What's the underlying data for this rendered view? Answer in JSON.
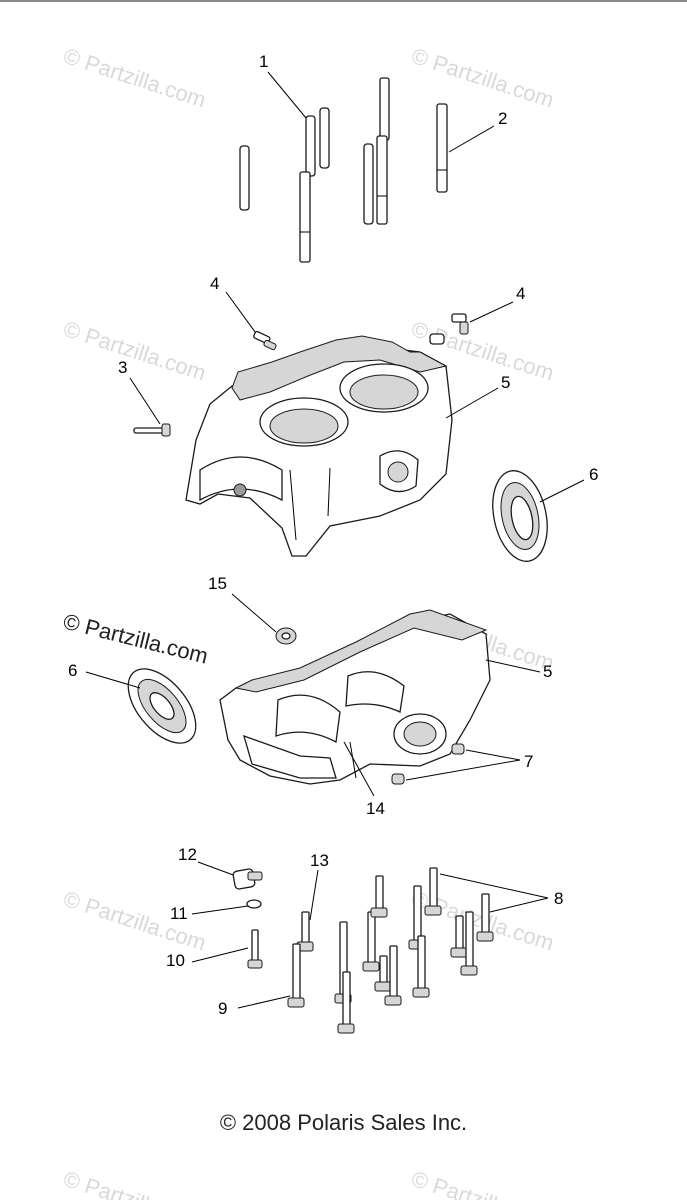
{
  "diagram": {
    "callouts": [
      "1",
      "2",
      "3",
      "4",
      "4",
      "5",
      "5",
      "6",
      "6",
      "7",
      "8",
      "9",
      "10",
      "11",
      "12",
      "13",
      "14",
      "15"
    ],
    "watermark_text": "© Partzilla.com",
    "copyright": "© 2008 Polaris Sales Inc.",
    "colors": {
      "ink": "#1a1a1a",
      "watermark": "#d9d9d9",
      "background": "#ffffff"
    }
  }
}
